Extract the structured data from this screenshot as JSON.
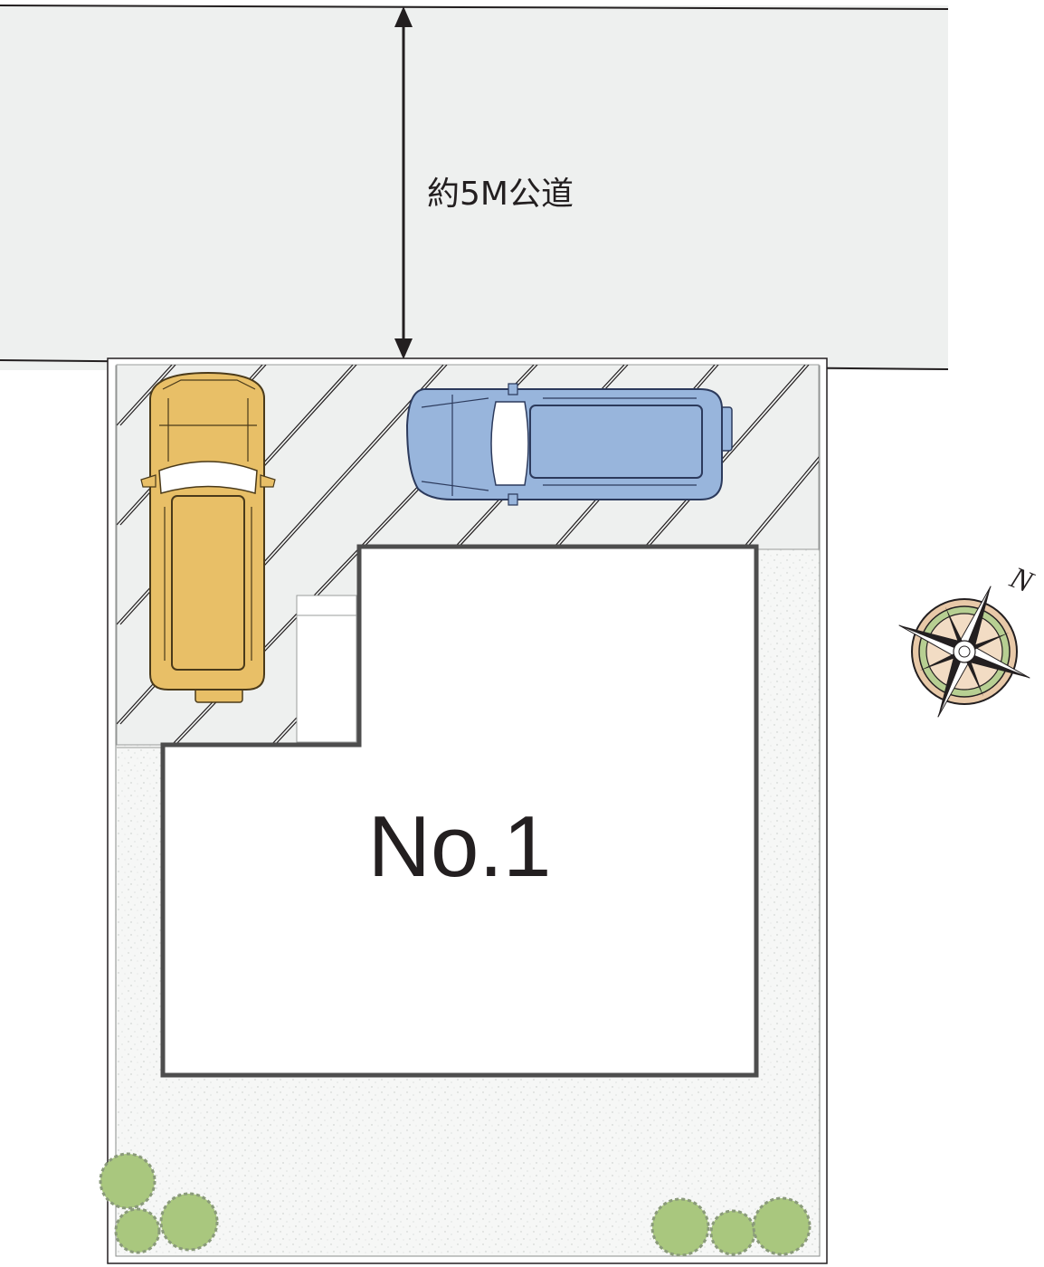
{
  "road": {
    "label": "約5M公道",
    "fill": "#eef0ef"
  },
  "house": {
    "label": "No.1",
    "outline": "#4d4d4d"
  },
  "compass": {
    "label": "N",
    "colors": [
      "#e8c9a8",
      "#b7cf92",
      "#f2dcc4"
    ]
  },
  "parking": {
    "fill": "#eef0ef",
    "cars": [
      {
        "name": "yellow-car",
        "color": "#e8bf67"
      },
      {
        "name": "blue-car",
        "color": "#98b5dc"
      }
    ]
  },
  "garden": {
    "tree_color": "#a9c77e"
  }
}
